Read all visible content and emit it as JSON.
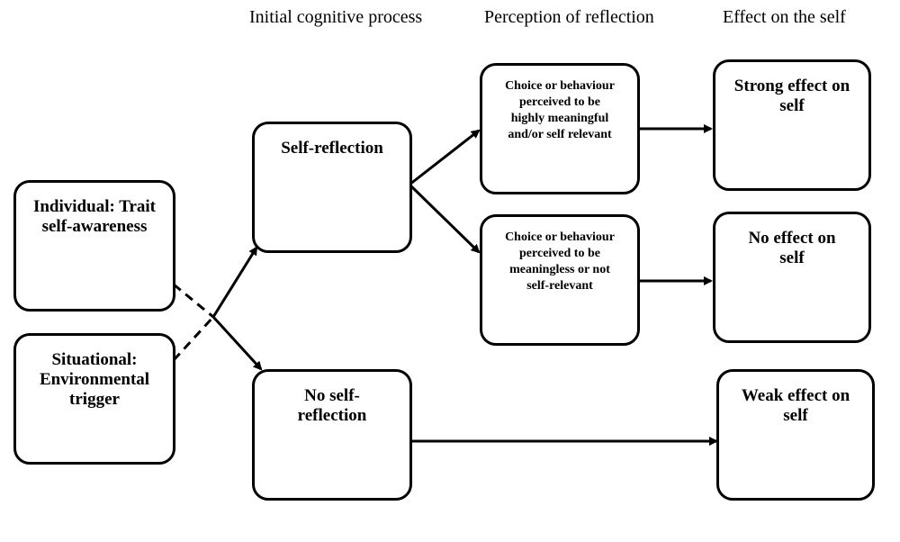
{
  "headers": {
    "initial": "Initial cognitive process",
    "perception": "Perception of reflection",
    "effect": "Effect on the self"
  },
  "boxes": {
    "individual": "Individual: Trait self-awareness",
    "situational": "Situational: Environmental trigger",
    "self_reflection": "Self-reflection",
    "no_self_reflection": "No self-reflection",
    "meaningful": "Choice or behaviour perceived to be highly meaningful and/or self relevant",
    "meaningless": "Choice or behaviour perceived to be meaningless or not self-relevant",
    "strong_effect": "Strong effect on self",
    "no_effect": "No effect on self",
    "weak_effect": "Weak effect on self"
  }
}
